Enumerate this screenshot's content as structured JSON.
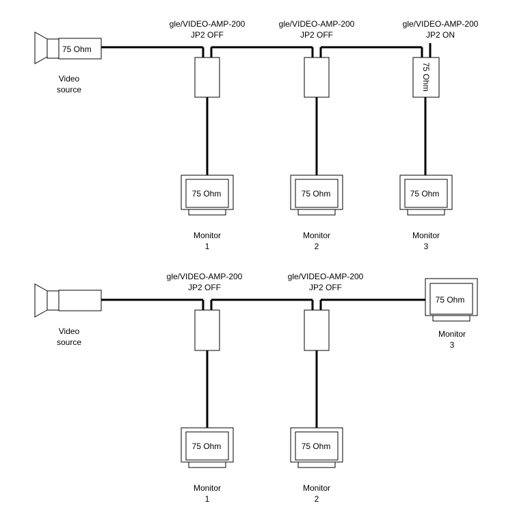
{
  "diagram_top": {
    "source": {
      "resistor": "75 Ohm",
      "label_line1": "Video",
      "label_line2": "source"
    },
    "amps": [
      {
        "model": "gle/VIDEO-AMP-200",
        "jumper": "JP2 OFF",
        "resistor": ""
      },
      {
        "model": "gle/VIDEO-AMP-200",
        "jumper": "JP2 OFF",
        "resistor": ""
      },
      {
        "model": "gle/VIDEO-AMP-200",
        "jumper": "JP2 ON",
        "resistor": "75 Ohm"
      }
    ],
    "monitors": [
      {
        "resistor": "75 Ohm",
        "label_line1": "Monitor",
        "label_line2": "1"
      },
      {
        "resistor": "75 Ohm",
        "label_line1": "Monitor",
        "label_line2": "2"
      },
      {
        "resistor": "75 Ohm",
        "label_line1": "Monitor",
        "label_line2": "3"
      }
    ]
  },
  "diagram_bottom": {
    "source": {
      "label_line1": "Video",
      "label_line2": "source"
    },
    "amps": [
      {
        "model": "gle/VIDEO-AMP-200",
        "jumper": "JP2 OFF"
      },
      {
        "model": "gle/VIDEO-AMP-200",
        "jumper": "JP2 OFF"
      }
    ],
    "monitors": [
      {
        "resistor": "75 Ohm",
        "label_line1": "Monitor",
        "label_line2": "1"
      },
      {
        "resistor": "75 Ohm",
        "label_line1": "Monitor",
        "label_line2": "2"
      },
      {
        "resistor": "75 Ohm",
        "label_line1": "Monitor",
        "label_line2": "3"
      }
    ]
  }
}
